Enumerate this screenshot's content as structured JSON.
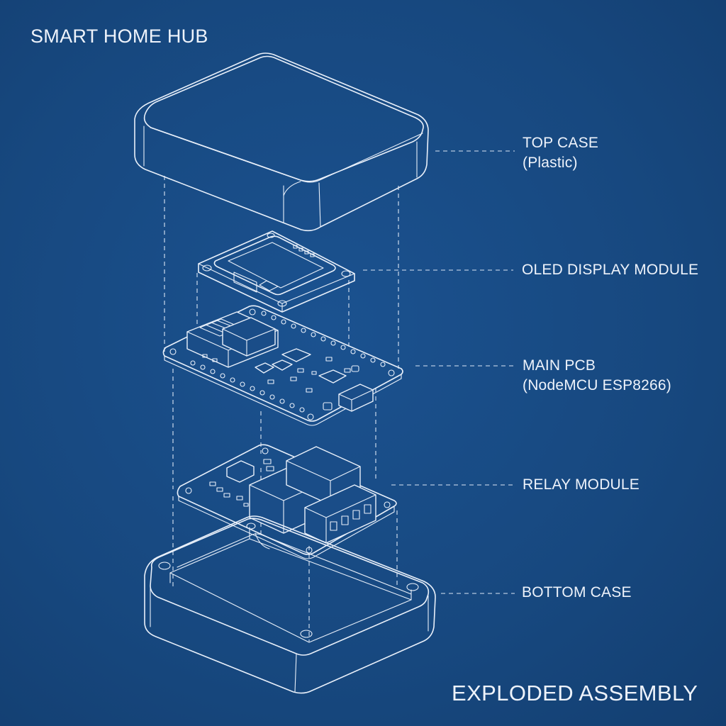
{
  "title": "SMART HOME HUB",
  "subtitle": "EXPLODED ASSEMBLY",
  "colors": {
    "background": "#17487f",
    "line": "#e9f0fa"
  },
  "callouts": [
    {
      "id": "top-case",
      "lines": [
        "TOP CASE",
        "(Plastic)"
      ]
    },
    {
      "id": "oled-display",
      "lines": [
        "OLED DISPLAY MODULE"
      ]
    },
    {
      "id": "main-pcb",
      "lines": [
        "MAIN PCB",
        "(NodeMCU ESP8266)"
      ]
    },
    {
      "id": "relay-module",
      "lines": [
        "RELAY MODULE"
      ]
    },
    {
      "id": "bottom-case",
      "lines": [
        "BOTTOM CASE"
      ]
    }
  ]
}
